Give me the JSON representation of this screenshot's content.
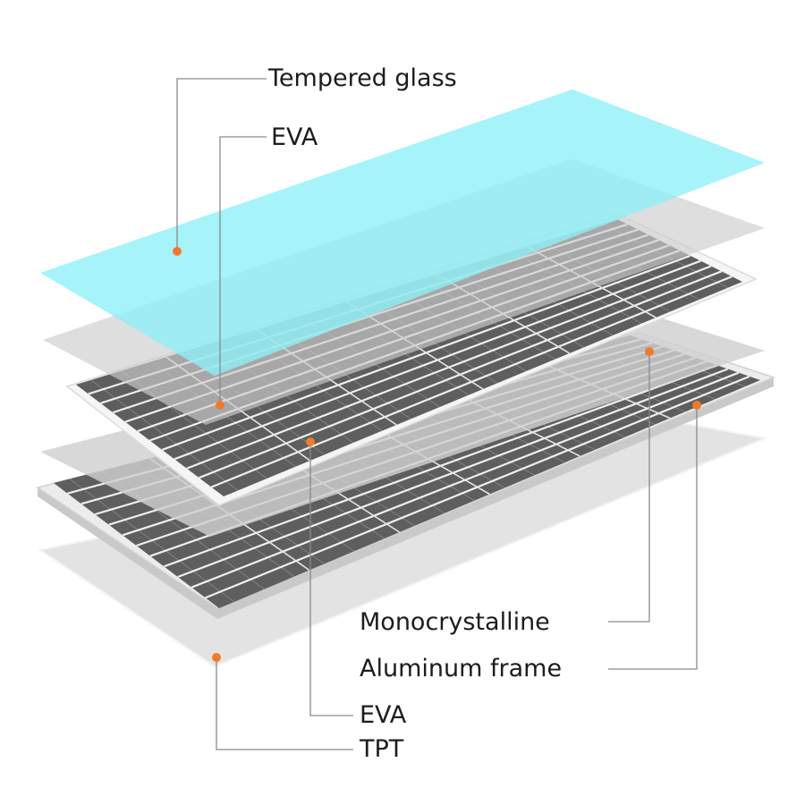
{
  "labels": {
    "tempered_glass": "Tempered glass",
    "eva_top": "EVA",
    "monocrystalline": "Monocrystalline",
    "aluminum_frame": "Aluminum frame",
    "eva_bottom": "EVA",
    "tpt": "TPT"
  },
  "colors": {
    "glass": "#8df0f7",
    "eva_sheet": "#d6d6d6",
    "cell": "#5e5e5e",
    "frame": "#e9e9e9",
    "marker": "#f07a2a",
    "leader": "#8a8a8a",
    "text": "#1c1c1c"
  },
  "grid": {
    "columns": 12,
    "rows": 6
  }
}
